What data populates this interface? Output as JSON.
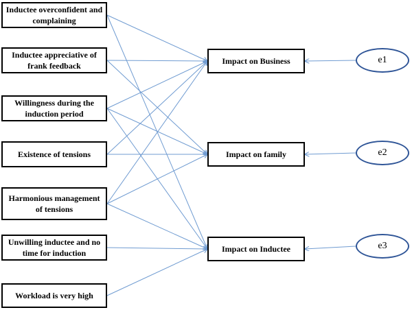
{
  "inputs": [
    {
      "label": "Inductee overconfident and complaining"
    },
    {
      "label": "Inductee appreciative of frank feedback"
    },
    {
      "label": "Willingness during the induction period"
    },
    {
      "label": "Existence of tensions"
    },
    {
      "label": "Harmonious management of tensions"
    },
    {
      "label": "Unwilling inductee and no time for induction"
    },
    {
      "label": "Workload is very high"
    }
  ],
  "outcomes": [
    {
      "label": "Impact on Business"
    },
    {
      "label": "Impact on family"
    },
    {
      "label": "Impact on Inductee"
    }
  ],
  "errors": [
    {
      "label": "e1"
    },
    {
      "label": "e2"
    },
    {
      "label": "e3"
    }
  ],
  "paths": [
    {
      "from": 0,
      "to": 0
    },
    {
      "from": 0,
      "to": 2
    },
    {
      "from": 1,
      "to": 0
    },
    {
      "from": 1,
      "to": 1
    },
    {
      "from": 2,
      "to": 0
    },
    {
      "from": 2,
      "to": 1
    },
    {
      "from": 2,
      "to": 2
    },
    {
      "from": 3,
      "to": 0
    },
    {
      "from": 3,
      "to": 1
    },
    {
      "from": 4,
      "to": 0
    },
    {
      "from": 4,
      "to": 1
    },
    {
      "from": 4,
      "to": 2
    },
    {
      "from": 5,
      "to": 2
    },
    {
      "from": 6,
      "to": 2
    }
  ],
  "colors": {
    "arrow": "#6f9bd1",
    "ellipse_border": "#2f5597",
    "box_border": "#000000"
  }
}
